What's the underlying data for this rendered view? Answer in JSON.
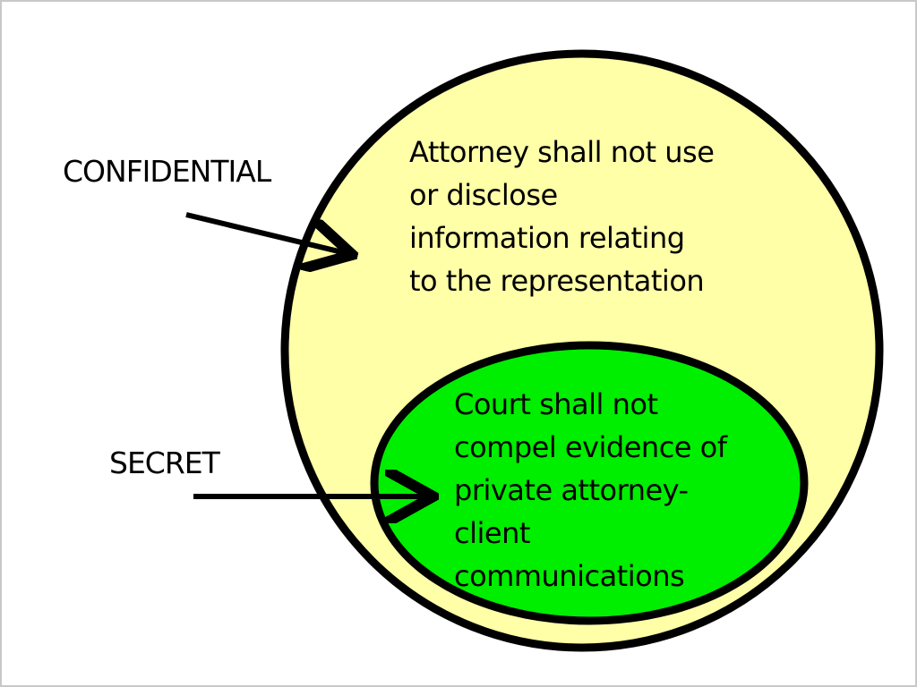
{
  "labels": {
    "confidential": "CONFIDENTIAL",
    "secret": "SECRET"
  },
  "outer_circle": {
    "lines": [
      "Attorney shall not use",
      "or disclose",
      "information relating",
      "to the representation"
    ],
    "fill_color": "#ffffa8"
  },
  "inner_circle": {
    "lines": [
      "Court shall not",
      "compel evidence of",
      "private attorney-",
      "client",
      "communications"
    ],
    "fill_color": "#00ee00"
  },
  "colors": {
    "stroke": "#000000",
    "text": "#000000"
  }
}
